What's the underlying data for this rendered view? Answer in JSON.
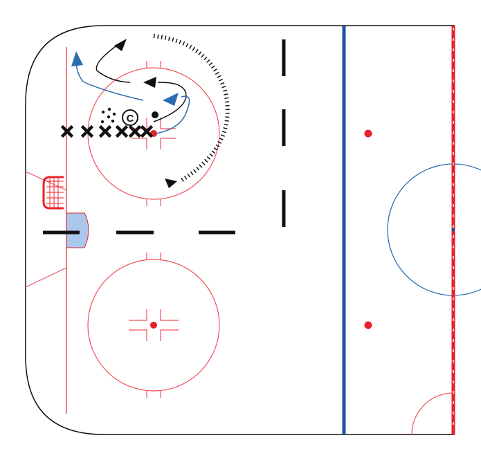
{
  "diagram": {
    "type": "hockey-drill",
    "coach_label": "C",
    "players_x_count": 6,
    "colors": {
      "red_line": "#e8202a",
      "blue_line": "#1f4fa8",
      "rink_markings": "#f0505a",
      "crease": "#a9c8ec",
      "skating_path_blue": "#2b6cb0",
      "skating_path_black": "#111111"
    }
  }
}
